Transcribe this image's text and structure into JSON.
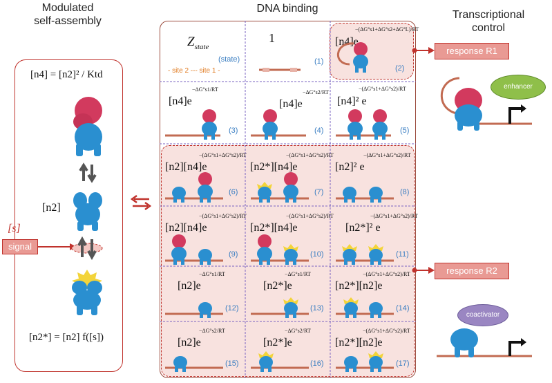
{
  "headers": {
    "left": [
      "Modulated",
      "self-assembly"
    ],
    "center": "DNA binding",
    "right": [
      "Transcriptional",
      "control"
    ]
  },
  "left_panel": {
    "eq_n4": "[n4] = [n2]² / Ktd",
    "n2_label": "[n2]",
    "n2star_eq": "[n2*] = [n2] f([s])",
    "s_label": "[s]",
    "signal_button": "signal"
  },
  "grid": {
    "zstate": "Z",
    "zstate_sub": "state",
    "state_caption": "(state)",
    "site_caption": "- site 2 --- site 1 -",
    "one": "1",
    "cells": [
      {
        "num": "(1)",
        "expr": "1",
        "expo": ""
      },
      {
        "num": "(2)",
        "expr": "[n4]e",
        "expo": "−(ΔG°s1+ΔG°s2+ΔG°L)/RT"
      },
      {
        "num": "(3)",
        "expr": "[n4]e",
        "expo": "−ΔG°s1/RT"
      },
      {
        "num": "(4)",
        "expr": "[n4]e",
        "expo": "−ΔG°s2/RT"
      },
      {
        "num": "(5)",
        "expr": "[n4]² e",
        "expo": "−(ΔG°s1+ΔG°s2)/RT"
      },
      {
        "num": "(6)",
        "expr": "[n2][n4]e",
        "expo": "−(ΔG°s1+ΔG°s2)/RT"
      },
      {
        "num": "(7)",
        "expr": "[n2*][n4]e",
        "expo": "−(ΔG°s1+ΔG°s2)/RT"
      },
      {
        "num": "(8)",
        "expr": "[n2]² e",
        "expo": "−(ΔG°s1+ΔG°s2)/RT"
      },
      {
        "num": "(9)",
        "expr": "[n2][n4]e",
        "expo": "−(ΔG°s1+ΔG°s2)/RT"
      },
      {
        "num": "(10)",
        "expr": "[n2*][n4]e",
        "expo": "−(ΔG°s1+ΔG°s2)/RT"
      },
      {
        "num": "(11)",
        "expr": "[n2*]² e",
        "expo": "−(ΔG°s1+ΔG°s2)/RT"
      },
      {
        "num": "(12)",
        "expr": "[n2]e",
        "expo": "−ΔG°s1/RT"
      },
      {
        "num": "(13)",
        "expr": "[n2*]e",
        "expo": "−ΔG°s1/RT"
      },
      {
        "num": "(14)",
        "expr": "[n2*][n2]e",
        "expo": "−(ΔG°s1+ΔG°s2)/RT"
      },
      {
        "num": "(15)",
        "expr": "[n2]e",
        "expo": "−ΔG°s2/RT"
      },
      {
        "num": "(16)",
        "expr": "[n2*]e",
        "expo": "−ΔG°s2/RT"
      },
      {
        "num": "(17)",
        "expr": "[n2*][n2]e",
        "expo": "−(ΔG°s1+ΔG°s2)/RT"
      }
    ]
  },
  "right_panel": {
    "response1": "response R1",
    "response2": "response R2",
    "enhancer": "enhancer",
    "coactivator": "coactivator"
  },
  "colors": {
    "accent_red": "#c0322c",
    "button_fill": "#e99a94",
    "cell_number": "#3a7ec2",
    "site_caption": "#e07a20",
    "protein_blue": "#2a8fd0",
    "protein_red": "#d23a5e",
    "signal_yellow": "#f3d43a",
    "enhancer_green": "#8fbf4a",
    "coactivator_purple": "#9a86c2"
  }
}
